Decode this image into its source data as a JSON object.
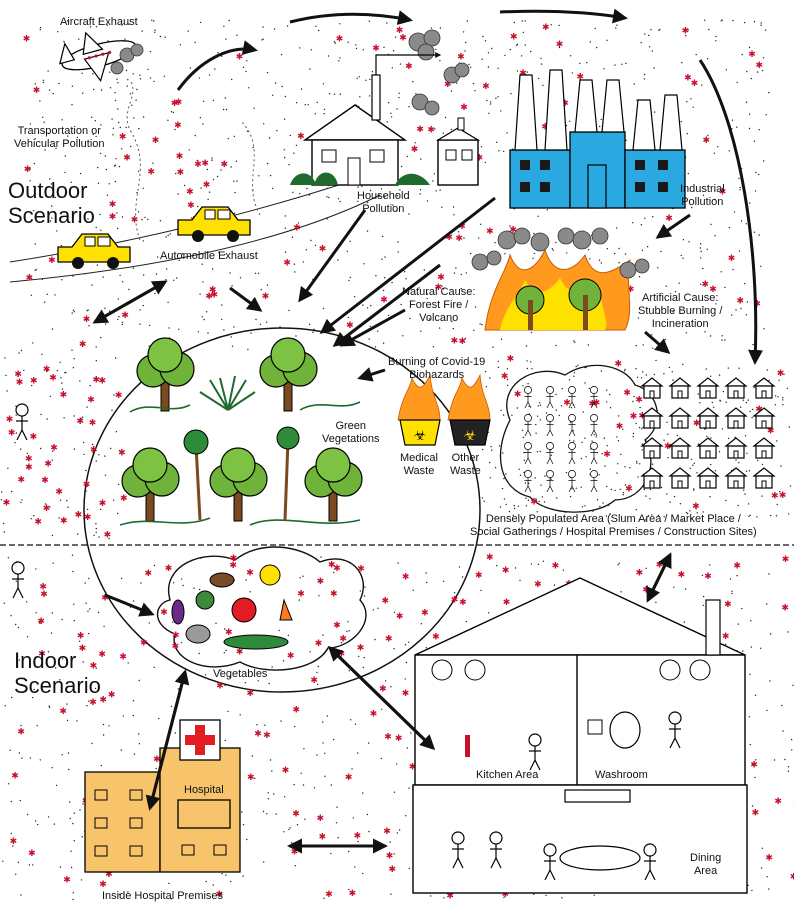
{
  "scenarios": {
    "outdoor": [
      "Outdoor",
      "Scenario"
    ],
    "indoor": [
      "Indoor",
      "Scenario"
    ]
  },
  "sources": {
    "aircraft": "Aircraft Exhaust",
    "transportation": [
      "Transportation or",
      "Vehicular Pollution"
    ],
    "automobile": "Automobile Exhaust",
    "household": [
      "Household",
      "Pollution"
    ],
    "industrial": [
      "Industrial",
      "Pollution"
    ],
    "natural": [
      "Natural Cause:",
      "Forest Fire /",
      "Volcano"
    ],
    "artificial": [
      "Artificial Cause:",
      "Stubble Burning /",
      "Incineration"
    ],
    "covid": [
      "Burning of Covid-19",
      "Biohazards"
    ],
    "medical_waste": [
      "Medical",
      "Waste"
    ],
    "other_waste": [
      "Other",
      "Waste"
    ],
    "green": [
      "Green",
      "Vegetations"
    ],
    "dense": [
      "Densely Populated Area (Slum Area / Market Place /",
      "Social Gatherings / Hospital Premises / Construction Sites)"
    ],
    "vegetables": "Vegetables",
    "hospital_sign": "Hospital",
    "hospital_caption": "Inside Hospital Premises",
    "kitchen": "Kitchen Area",
    "washroom": "Washroom",
    "dining": [
      "Dining",
      "Area"
    ]
  },
  "colors": {
    "particle": "#c8102e",
    "factory": "#29a9e0",
    "hospital": "#f7c46c",
    "car": "#ffe100",
    "tree_leaf": "#8cc63f",
    "fire": "#ff9a1f",
    "smoke": "#8a8a8a"
  }
}
